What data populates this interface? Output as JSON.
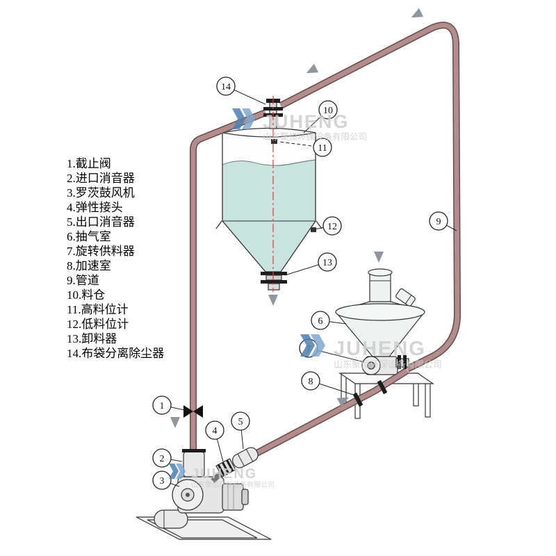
{
  "legend": {
    "items": [
      "1.截止阀",
      "2.进口消音器",
      "3.罗茨鼓风机",
      "4.弹性接头",
      "5.出口消音器",
      "6.抽气室",
      "7.旋转供料器",
      "8.加速室",
      "9.管道",
      "10.料仓",
      "11.高料位计",
      "12.低料位计",
      "13.卸料器",
      "14.布袋分离除尘器"
    ]
  },
  "callouts": [
    "1",
    "2",
    "3",
    "4",
    "5",
    "6",
    "7",
    "8",
    "9",
    "10",
    "11",
    "12",
    "13",
    "14"
  ],
  "watermark": {
    "brand": "JUHENG",
    "company": "山东聚恒环保设备有限公司"
  },
  "colors": {
    "pipe_fill": "#b18d8d",
    "pipe_stroke": "#6a4848",
    "silo_fill": "#c9e4de",
    "vessel_fill": "#eef3f1",
    "centerline": "#cc4444",
    "arrow": "#8e979e",
    "watermark_text": "#cdcdcd",
    "watermark_logo": "#4d7fb3",
    "watermark_logo2": "#7fa8cf"
  }
}
